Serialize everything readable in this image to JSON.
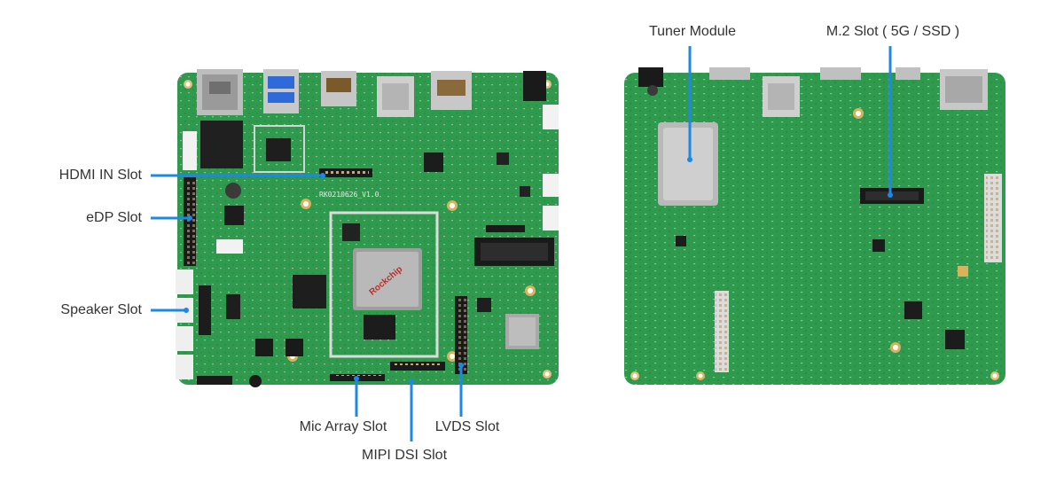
{
  "image": {
    "description_free": true,
    "colors": {
      "background": "#ffffff",
      "pcb": "#2f9a4e",
      "pcb_dark": "#1f7a3a",
      "pcb_light": "#46b064",
      "metal": "#c9c9c9",
      "metal_dark": "#8e8e8e",
      "chip": "#1c1c1c",
      "connector_white": "#f2f2f2",
      "gold": "#d9a84a",
      "callout": "#1e88e5",
      "label_text": "#333333"
    }
  },
  "labels": {
    "hdmi_in": "HDMI IN Slot",
    "edp": "eDP Slot",
    "speaker": "Speaker Slot",
    "mic_array": "Mic Array Slot",
    "mipi_dsi": "MIPI DSI Slot",
    "lvds": "LVDS Slot",
    "tuner": "Tuner Module",
    "m2": "M.2 Slot ( 5G / SSD )"
  },
  "board_text": {
    "silkscreen": "RK0210626_V1.0",
    "soc_brand": "Rockchip"
  },
  "icons": {
    "board_front": "pcb-board-front",
    "board_back": "pcb-board-back"
  }
}
